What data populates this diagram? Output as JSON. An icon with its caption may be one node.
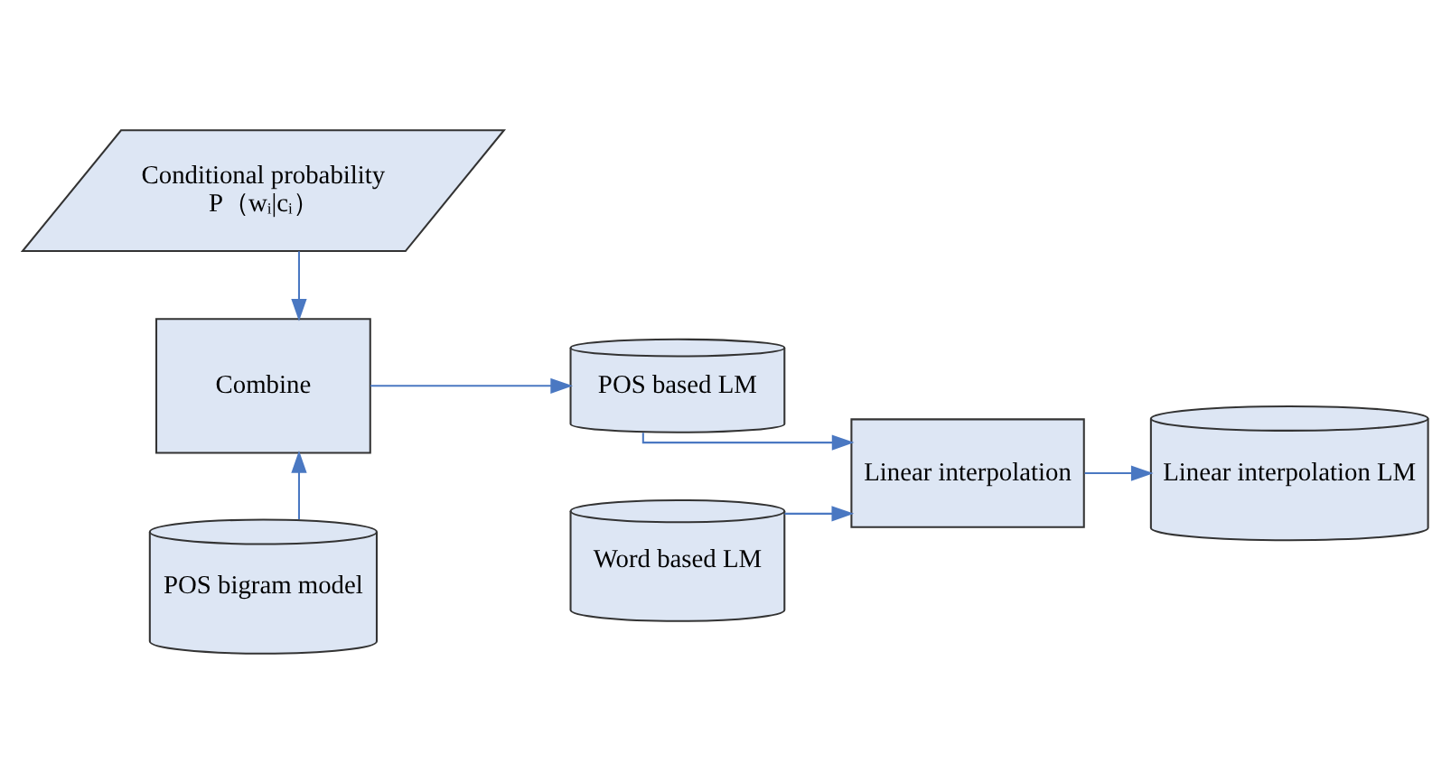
{
  "diagram": {
    "nodes": [
      {
        "text": [
          "Conditional probability",
          "P（wᵢ|cᵢ）"
        ]
      },
      {
        "text": [
          "Combine"
        ]
      },
      {
        "text": [
          "POS based LM"
        ]
      },
      {
        "text": [
          "POS bigram model"
        ]
      },
      {
        "text": [
          "Linear interpolation"
        ]
      },
      {
        "text": [
          "Word based LM"
        ]
      },
      {
        "text": [
          "Linear interpolation LM"
        ]
      }
    ],
    "edges": [
      {
        "from": 0,
        "to": 1,
        "arrow": "to"
      },
      {
        "from": 3,
        "to": 1,
        "arrow": "to"
      },
      {
        "from": 1,
        "to": 2,
        "arrow": "to"
      },
      {
        "from": 2,
        "to": 4,
        "arrow": "to"
      },
      {
        "from": 5,
        "to": 4,
        "arrow": "to"
      },
      {
        "from": 4,
        "to": 6,
        "arrow": "to"
      }
    ]
  }
}
